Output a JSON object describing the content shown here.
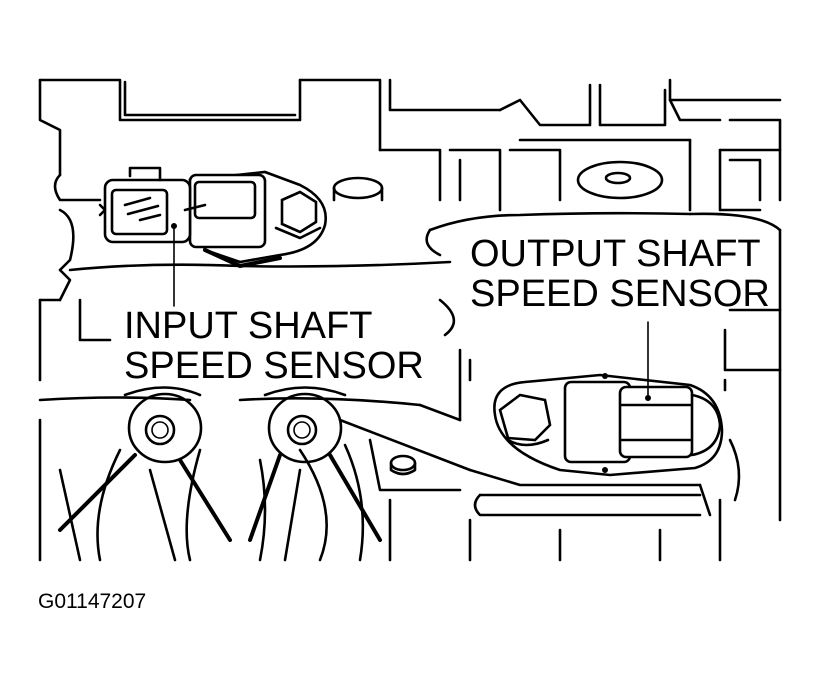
{
  "labels": {
    "input_sensor_line1": "INPUT SHAFT",
    "input_sensor_line2": "SPEED SENSOR",
    "output_sensor_line1": "OUTPUT SHAFT",
    "output_sensor_line2": "SPEED SENSOR"
  },
  "figure_code": "G01147207"
}
